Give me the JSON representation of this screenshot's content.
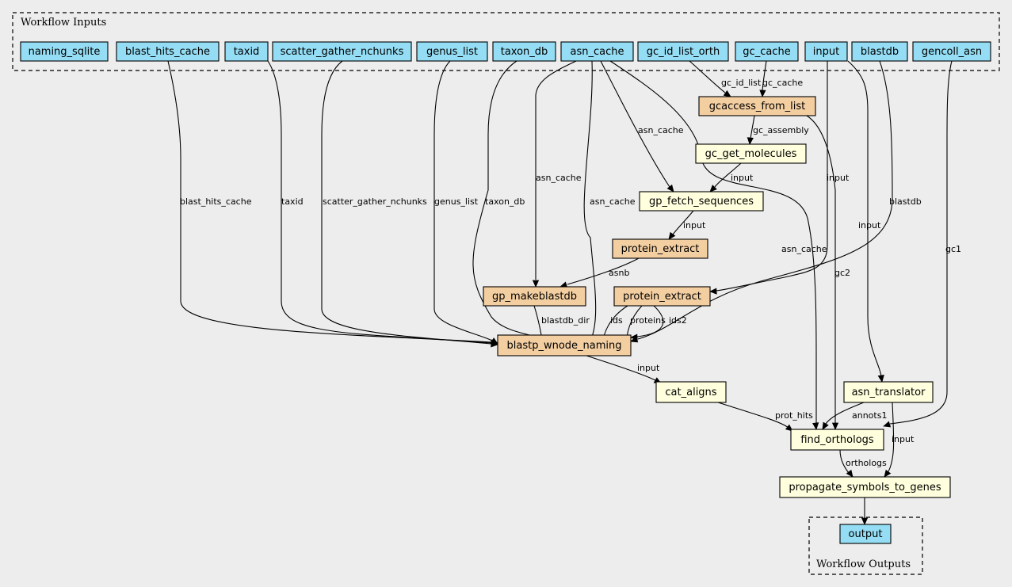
{
  "clusters": {
    "inputs_label": "Workflow Inputs",
    "outputs_label": "Workflow Outputs"
  },
  "colors": {
    "background": "#ededed",
    "input_node": "#94ddf4",
    "command_tool": "#f3cea1",
    "expression_tool": "#ffffdd",
    "edge": "#000000"
  },
  "nodes": [
    {
      "id": "naming_sqlite",
      "label": "naming_sqlite",
      "kind": "input"
    },
    {
      "id": "blast_hits_cache",
      "label": "blast_hits_cache",
      "kind": "input"
    },
    {
      "id": "taxid",
      "label": "taxid",
      "kind": "input"
    },
    {
      "id": "scatter_gather_nchunks",
      "label": "scatter_gather_nchunks",
      "kind": "input"
    },
    {
      "id": "genus_list",
      "label": "genus_list",
      "kind": "input"
    },
    {
      "id": "taxon_db",
      "label": "taxon_db",
      "kind": "input"
    },
    {
      "id": "asn_cache",
      "label": "asn_cache",
      "kind": "input"
    },
    {
      "id": "gc_id_list_orth",
      "label": "gc_id_list_orth",
      "kind": "input"
    },
    {
      "id": "gc_cache",
      "label": "gc_cache",
      "kind": "input"
    },
    {
      "id": "input",
      "label": "input",
      "kind": "input"
    },
    {
      "id": "blastdb",
      "label": "blastdb",
      "kind": "input"
    },
    {
      "id": "gencoll_asn",
      "label": "gencoll_asn",
      "kind": "input"
    },
    {
      "id": "gcaccess_from_list",
      "label": "gcaccess_from_list",
      "kind": "command"
    },
    {
      "id": "gc_get_molecules",
      "label": "gc_get_molecules",
      "kind": "expression"
    },
    {
      "id": "gp_fetch_sequences",
      "label": "gp_fetch_sequences",
      "kind": "expression"
    },
    {
      "id": "protein_extract_1",
      "label": "protein_extract",
      "kind": "command"
    },
    {
      "id": "gp_makeblastdb",
      "label": "gp_makeblastdb",
      "kind": "command"
    },
    {
      "id": "protein_extract_2",
      "label": "protein_extract",
      "kind": "command"
    },
    {
      "id": "blastp_wnode_naming",
      "label": "blastp_wnode_naming",
      "kind": "command"
    },
    {
      "id": "cat_aligns",
      "label": "cat_aligns",
      "kind": "expression"
    },
    {
      "id": "asn_translator",
      "label": "asn_translator",
      "kind": "expression"
    },
    {
      "id": "find_orthologs",
      "label": "find_orthologs",
      "kind": "expression"
    },
    {
      "id": "propagate_symbols_to_genes",
      "label": "propagate_symbols_to_genes",
      "kind": "expression"
    },
    {
      "id": "output",
      "label": "output",
      "kind": "input"
    }
  ],
  "edges": [
    {
      "from": "gc_id_list_orth",
      "to": "gcaccess_from_list",
      "label": "gc_id_list"
    },
    {
      "from": "gc_cache",
      "to": "gcaccess_from_list",
      "label": "gc_cache"
    },
    {
      "from": "gcaccess_from_list",
      "to": "gc_get_molecules",
      "label": "gc_assembly"
    },
    {
      "from": "asn_cache",
      "to": "gp_fetch_sequences",
      "label": "asn_cache"
    },
    {
      "from": "gc_get_molecules",
      "to": "gp_fetch_sequences",
      "label": "input"
    },
    {
      "from": "gp_fetch_sequences",
      "to": "protein_extract_1",
      "label": "input"
    },
    {
      "from": "asn_cache",
      "to": "gp_makeblastdb",
      "label": "asn_cache"
    },
    {
      "from": "protein_extract_1",
      "to": "gp_makeblastdb",
      "label": "asnb"
    },
    {
      "from": "input",
      "to": "protein_extract_2",
      "label": "input"
    },
    {
      "from": "blast_hits_cache",
      "to": "blastp_wnode_naming",
      "label": "blast_hits_cache"
    },
    {
      "from": "taxid",
      "to": "blastp_wnode_naming",
      "label": "taxid"
    },
    {
      "from": "scatter_gather_nchunks",
      "to": "blastp_wnode_naming",
      "label": "scatter_gather_nchunks"
    },
    {
      "from": "genus_list",
      "to": "blastp_wnode_naming",
      "label": "genus_list"
    },
    {
      "from": "taxon_db",
      "to": "blastp_wnode_naming",
      "label": "taxon_db"
    },
    {
      "from": "asn_cache",
      "to": "blastp_wnode_naming",
      "label": "asn_cache"
    },
    {
      "from": "blastdb",
      "to": "blastp_wnode_naming",
      "label": "blastdb"
    },
    {
      "from": "gp_makeblastdb",
      "to": "blastp_wnode_naming",
      "label": "blastdb_dir"
    },
    {
      "from": "protein_extract_2",
      "to": "blastp_wnode_naming",
      "label": "ids"
    },
    {
      "from": "protein_extract_2",
      "to": "blastp_wnode_naming",
      "label": "proteins"
    },
    {
      "from": "protein_extract_2",
      "to": "blastp_wnode_naming",
      "label": "ids2"
    },
    {
      "from": "blastp_wnode_naming",
      "to": "cat_aligns",
      "label": "input"
    },
    {
      "from": "input",
      "to": "asn_translator",
      "label": "input"
    },
    {
      "from": "asn_cache",
      "to": "find_orthologs",
      "label": "asn_cache"
    },
    {
      "from": "gcaccess_from_list",
      "to": "find_orthologs",
      "label": "gc2"
    },
    {
      "from": "gencoll_asn",
      "to": "find_orthologs",
      "label": "gc1"
    },
    {
      "from": "cat_aligns",
      "to": "find_orthologs",
      "label": "prot_hits"
    },
    {
      "from": "asn_translator",
      "to": "find_orthologs",
      "label": "annots1"
    },
    {
      "from": "find_orthologs",
      "to": "propagate_symbols_to_genes",
      "label": "orthologs"
    },
    {
      "from": "asn_translator",
      "to": "propagate_symbols_to_genes",
      "label": "input"
    },
    {
      "from": "propagate_symbols_to_genes",
      "to": "output",
      "label": ""
    }
  ]
}
